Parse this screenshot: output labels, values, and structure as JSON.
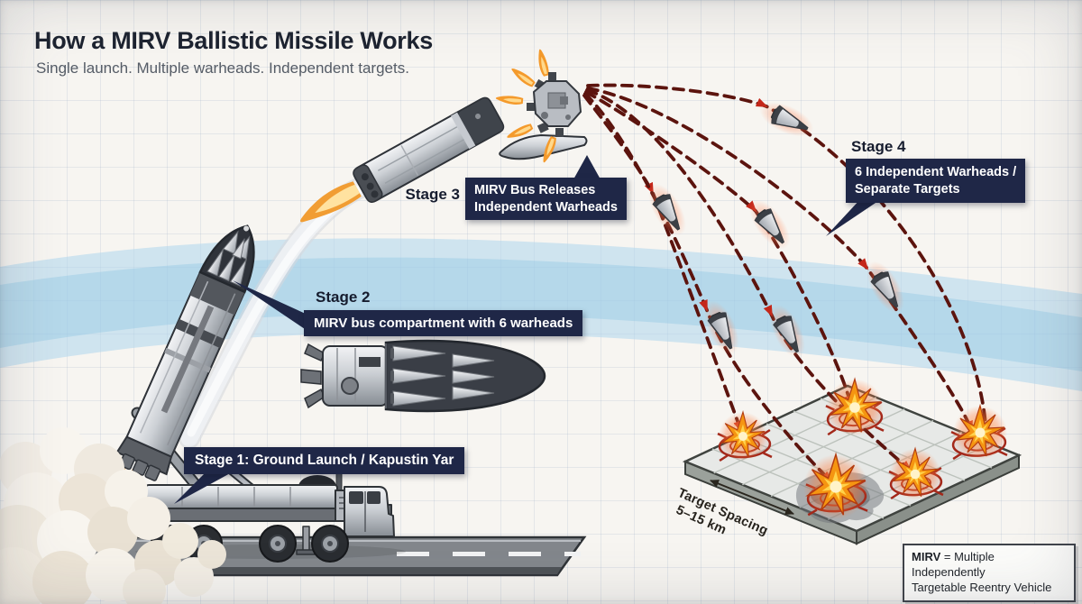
{
  "header": {
    "title": "How a MIRV Ballistic Missile Works",
    "subtitle": "Single launch. Multiple warheads. Independent targets."
  },
  "stages": {
    "stage1": {
      "callout": "Stage 1: Ground Launch / Kapustin Yar"
    },
    "stage2": {
      "label": "Stage 2",
      "callout": "MIRV bus compartment with 6 warheads"
    },
    "stage3": {
      "label": "Stage 3",
      "callout_lines": [
        "MIRV Bus Releases",
        "Independent Warheads"
      ]
    },
    "stage4": {
      "label": "Stage 4",
      "callout_lines": [
        "6 Independent Warheads /",
        "Separate Targets"
      ]
    }
  },
  "annotations": {
    "target_spacing_lines": [
      "Target Spacing",
      "5–15 km"
    ],
    "legend": {
      "term": "MIRV",
      "line1_rest": " = Multiple Independently",
      "line2": "Targetable Reentry Vehicle"
    }
  },
  "colors": {
    "callout_bg": "#1f2747",
    "trajectory_dash": "#5c140e",
    "arrow_red": "#c4271a",
    "atmosphere_blue": "#aed6ec",
    "explosion_orange": "#f59511",
    "target_ring_red": "#a3281a",
    "flame_orange": "#f08c1e"
  }
}
